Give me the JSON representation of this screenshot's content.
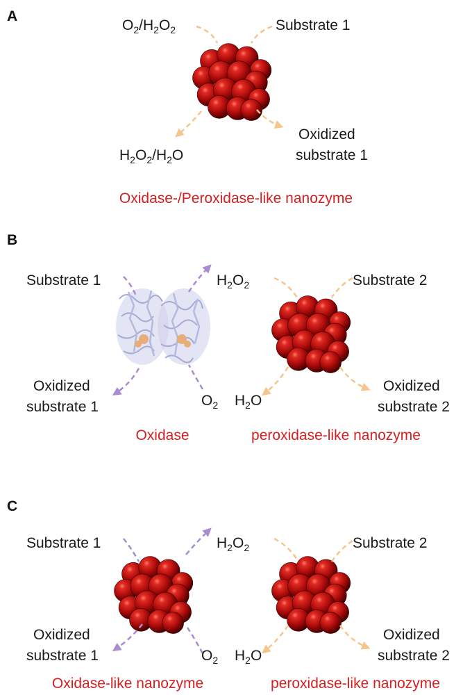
{
  "colors": {
    "sphere": "#b30d0d",
    "arrow_orange": "#f5c58e",
    "arrow_purple": "#a98bd0",
    "caption_red": "#d42020",
    "enzyme": "#b9bde0"
  },
  "panel_a": {
    "letter": "A",
    "in_left": {
      "parts": [
        {
          "t": "O"
        },
        {
          "s": "2"
        },
        {
          "t": "/H"
        },
        {
          "s": "2"
        },
        {
          "t": "O"
        },
        {
          "s": "2"
        }
      ]
    },
    "in_right": "Substrate 1",
    "out_left": {
      "parts": [
        {
          "t": "H"
        },
        {
          "s": "2"
        },
        {
          "t": "O"
        },
        {
          "s": "2"
        },
        {
          "t": "/H"
        },
        {
          "s": "2"
        },
        {
          "t": "O"
        }
      ]
    },
    "out_right_1": "Oxidized",
    "out_right_2": "substrate 1",
    "caption": "Oxidase-/Peroxidase-like nanozyme"
  },
  "panel_b": {
    "letter": "B",
    "sub1": "Substrate 1",
    "h2o2": {
      "parts": [
        {
          "t": "H"
        },
        {
          "s": "2"
        },
        {
          "t": "O"
        },
        {
          "s": "2"
        }
      ]
    },
    "sub2": "Substrate 2",
    "ox1_1": "Oxidized",
    "ox1_2": "substrate 1",
    "o2": {
      "parts": [
        {
          "t": "O"
        },
        {
          "s": "2"
        }
      ]
    },
    "h2o": {
      "parts": [
        {
          "t": "H"
        },
        {
          "s": "2"
        },
        {
          "t": "O"
        }
      ]
    },
    "ox2_1": "Oxidized",
    "ox2_2": "substrate 2",
    "caption_left": "Oxidase",
    "caption_right": "peroxidase-like nanozyme"
  },
  "panel_c": {
    "letter": "C",
    "sub1": "Substrate 1",
    "h2o2": {
      "parts": [
        {
          "t": "H"
        },
        {
          "s": "2"
        },
        {
          "t": "O"
        },
        {
          "s": "2"
        }
      ]
    },
    "sub2": "Substrate 2",
    "ox1_1": "Oxidized",
    "ox1_2": "substrate 1",
    "o2": {
      "parts": [
        {
          "t": "O"
        },
        {
          "s": "2"
        }
      ]
    },
    "h2o": {
      "parts": [
        {
          "t": "H"
        },
        {
          "s": "2"
        },
        {
          "t": "O"
        }
      ]
    },
    "ox2_1": "Oxidized",
    "ox2_2": "substrate 2",
    "caption_left": "Oxidase-like nanozyme",
    "caption_right": "peroxidase-like nanozyme"
  }
}
